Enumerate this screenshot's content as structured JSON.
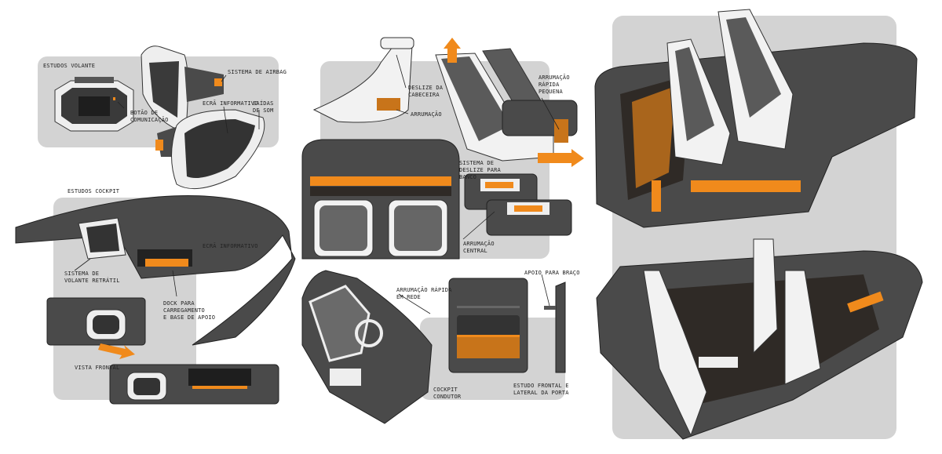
{
  "colors": {
    "panel": "#d3d3d3",
    "body": "#4a4a4a",
    "dark": "#2a2a2a",
    "accent": "#f08a1c",
    "light": "#f2f2f2",
    "fabric": "#6a6a6a"
  },
  "labels": {
    "steering_studies": "Estudos volante",
    "airbag": "Sistema de airbag",
    "comm_button": "Botão de\ncomunicação",
    "info_screen_1": "Ecrã informativo",
    "sound_outputs": "Saídas\nde som",
    "cockpit_studies": "Estudos cockpit",
    "info_screen_2": "Ecrã informativo",
    "retractable_wheel": "Sistema de\nvolante retrátil",
    "dock": "Dock para\ncarregamento\ne base de apoio",
    "front_view": "Vista frontal",
    "headrest_slide": "Deslize da\ncabeceira",
    "storage": "Arrumação",
    "small_storage": "Arrumação\nrápida\npequena",
    "seat_slide": "Sistema de\ndeslize para\nbanco",
    "central_storage": "Arrumação\ncentral",
    "net_storage": "Arrumação rápida\nem rede",
    "armrest": "Apoio para braço",
    "driver_cockpit": "Cockpit\ncondutor",
    "door_study": "Estudo frontal e\nlateral da porta"
  }
}
